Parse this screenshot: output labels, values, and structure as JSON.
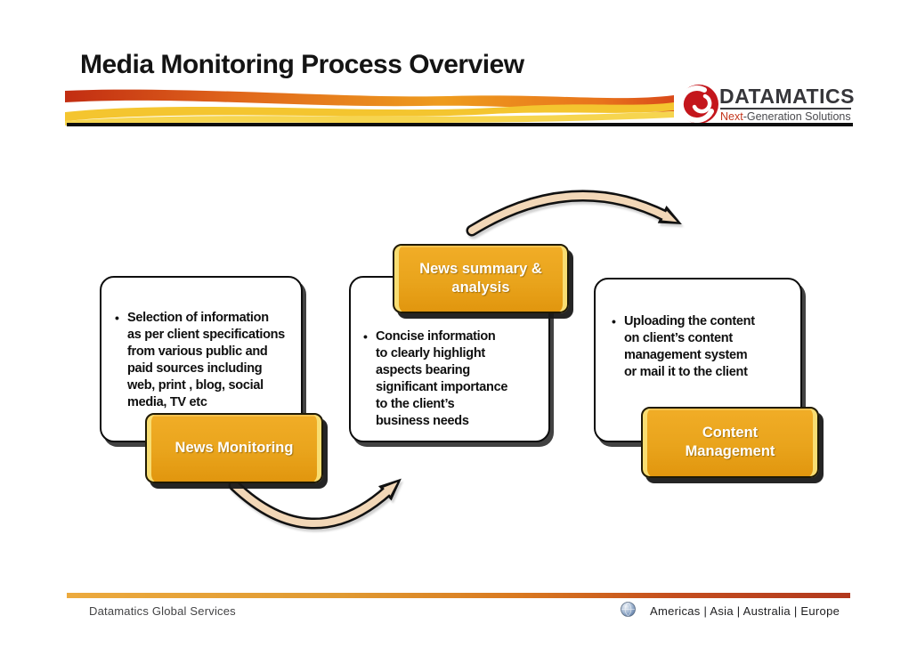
{
  "header": {
    "title": "Media Monitoring Process Overview"
  },
  "logo": {
    "name": "DATAMATICS",
    "tagline_accent": "Next",
    "tagline_rest": "-Generation Solutions"
  },
  "process": {
    "bullet_char": "•",
    "steps": [
      {
        "label": "News Monitoring",
        "bullet": "Selection of information\nas per client specifications\nfrom various public and\npaid sources including\nweb, print , blog, social\nmedia,  TV etc"
      },
      {
        "label_lines": [
          "News summary &",
          "analysis"
        ],
        "bullet": "Concise information\nto clearly highlight\naspects bearing\nsignificant importance\nto the client’s\nbusiness needs"
      },
      {
        "label_lines": [
          "Content",
          "Management"
        ],
        "bullet": "Uploading the content\non client’s content\nmanagement system\nor mail it to the client"
      }
    ]
  },
  "footer": {
    "company": "Datamatics Global Services",
    "regions": "Americas | Asia | Australia | Europe"
  },
  "colors": {
    "label_gold": "#e9a41c",
    "label_gloss": "#f8dd72",
    "arrow_tan": "#f2d7b7",
    "logo_red": "#c4161c",
    "footer_bar_left": "#ecaa3e",
    "footer_bar_right": "#b1381d",
    "text_black": "#0f0f0f"
  }
}
